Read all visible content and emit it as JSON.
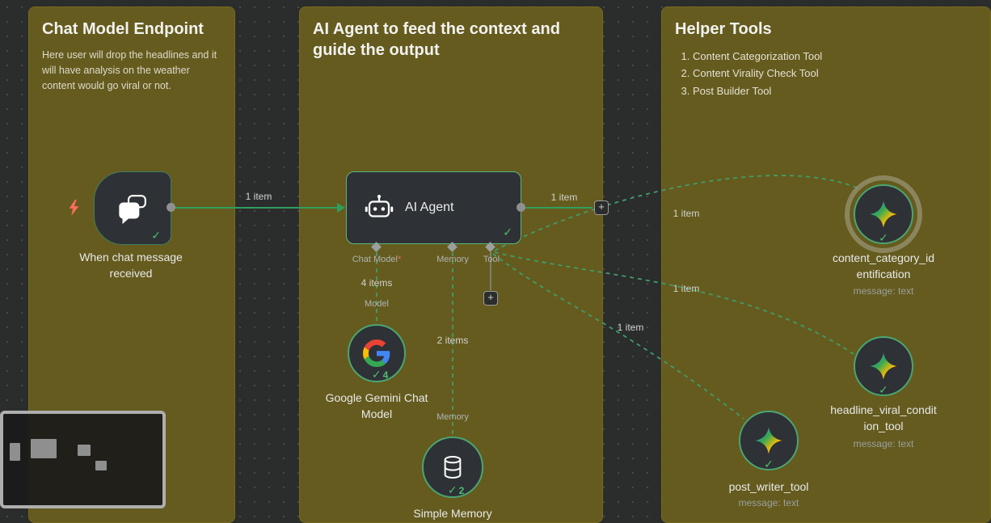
{
  "stickies": [
    {
      "title": "Chat Model Endpoint",
      "body": "Here user will drop the headlines and it will have analysis on the weather content would go viral or not."
    },
    {
      "title": "AI Agent to feed the context and guide the output"
    },
    {
      "title": "Helper Tools",
      "list": [
        "Content Categorization Tool",
        "Content Virality Check Tool",
        "Post Builder Tool"
      ]
    }
  ],
  "nodes": {
    "trigger": {
      "label": "When chat message received"
    },
    "agent": {
      "title": "AI Agent"
    },
    "model": {
      "label_line1": "Google Gemini Chat",
      "label_line2": "Model",
      "count": "4"
    },
    "memory": {
      "label": "Simple Memory",
      "count": "2"
    },
    "tool_category": {
      "label_line1": "content_category_id",
      "label_line2": "entification",
      "subtitle": "message: text"
    },
    "tool_viral": {
      "label_line1": "headline_viral_condit",
      "label_line2": "ion_tool",
      "subtitle": "message: text"
    },
    "tool_post": {
      "label": "post_writer_tool",
      "subtitle": "message: text"
    }
  },
  "agent_ports": {
    "chat_model": "Chat Model",
    "required": "*",
    "memory": "Memory",
    "tool": "Tool"
  },
  "edges": {
    "trigger_to_agent": "1 item",
    "agent_output": "1 item",
    "model_items": "4 items",
    "model_port": "Model",
    "memory_items": "2 items",
    "memory_port": "Memory",
    "category_items": "1 item",
    "viral_items": "1 item",
    "post_items": "1 item"
  },
  "icons": {
    "check": "✓",
    "plus": "+"
  },
  "colors": {
    "accent_green": "#3f9d6b",
    "sticky": "#655b1e",
    "canvas": "#2b2c2c"
  }
}
